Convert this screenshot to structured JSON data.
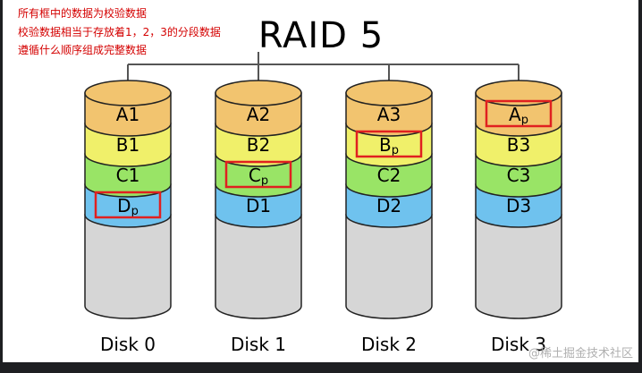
{
  "notes": [
    "所有框中的数据为校验数据",
    "校验数据相当于存放着1，2，3的分段数据",
    "遵循什么顺序组成完整数据"
  ],
  "title": "RAID 5",
  "disks": [
    {
      "label": "Disk 0",
      "blocks": [
        {
          "text": "A1"
        },
        {
          "text": "B1"
        },
        {
          "text": "C1"
        },
        {
          "text": "D",
          "sub": "p",
          "parity": true
        }
      ]
    },
    {
      "label": "Disk 1",
      "blocks": [
        {
          "text": "A2"
        },
        {
          "text": "B2"
        },
        {
          "text": "C",
          "sub": "p",
          "parity": true
        },
        {
          "text": "D1"
        }
      ]
    },
    {
      "label": "Disk 2",
      "blocks": [
        {
          "text": "A3"
        },
        {
          "text": "B",
          "sub": "p",
          "parity": true
        },
        {
          "text": "C2"
        },
        {
          "text": "D2"
        }
      ]
    },
    {
      "label": "Disk 3",
      "blocks": [
        {
          "text": "A",
          "sub": "p",
          "parity": true
        },
        {
          "text": "B3"
        },
        {
          "text": "C3"
        },
        {
          "text": "D3"
        }
      ]
    }
  ],
  "colors": {
    "rowA": "#f2c46f",
    "rowB": "#f0f06a",
    "rowC": "#99e466",
    "rowD": "#6fc2ee",
    "body": "#d6d6d6",
    "highlight": "#e02020"
  },
  "watermark": "@稀土掘金技术社区"
}
